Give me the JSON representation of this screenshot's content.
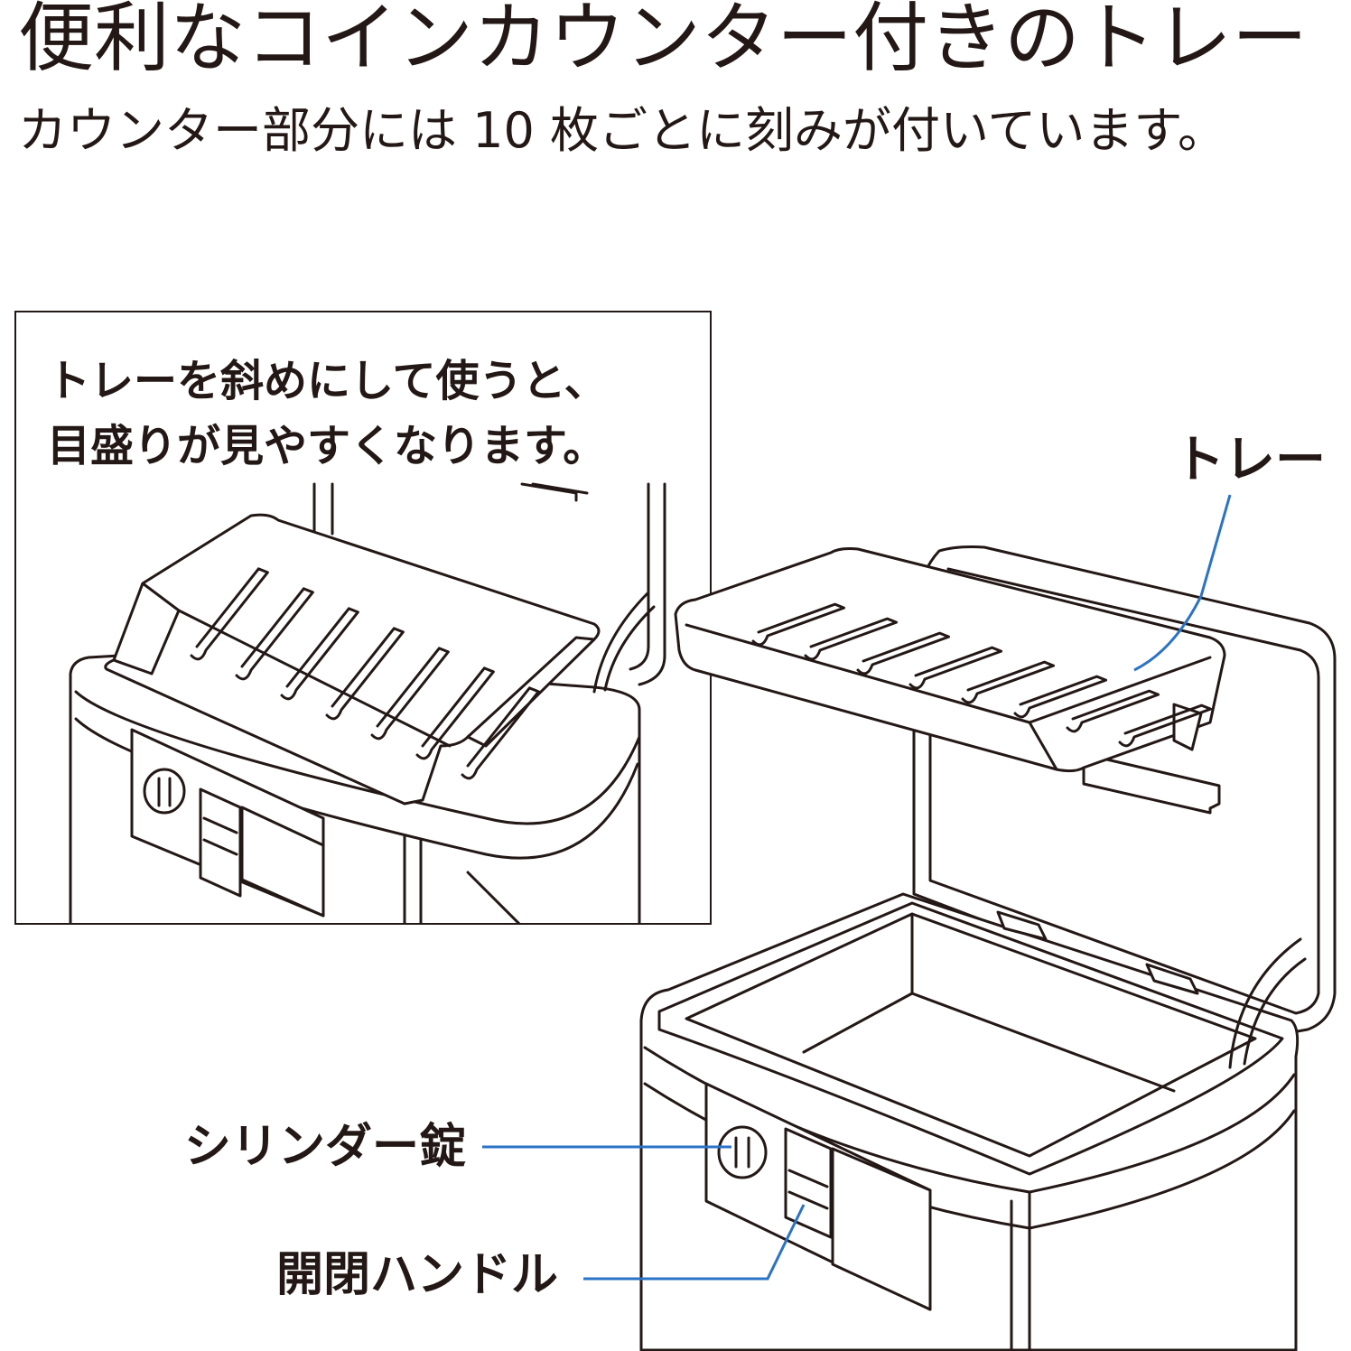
{
  "header": {
    "title": "便利なコインカウンター付きのトレー",
    "subtitle": "カウンター部分には 10 枚ごとに刻みが付いています。"
  },
  "inset": {
    "caption_line1": "トレーを斜めにして使うと、",
    "caption_line2": "目盛りが見やすくなります。"
  },
  "callouts": {
    "tray": "トレー",
    "cylinder_lock": "シリンダー錠",
    "open_close_handle": "開閉ハンドル"
  },
  "colors": {
    "ink": "#231815",
    "leader": "#2b73c5",
    "background": "#ffffff"
  }
}
